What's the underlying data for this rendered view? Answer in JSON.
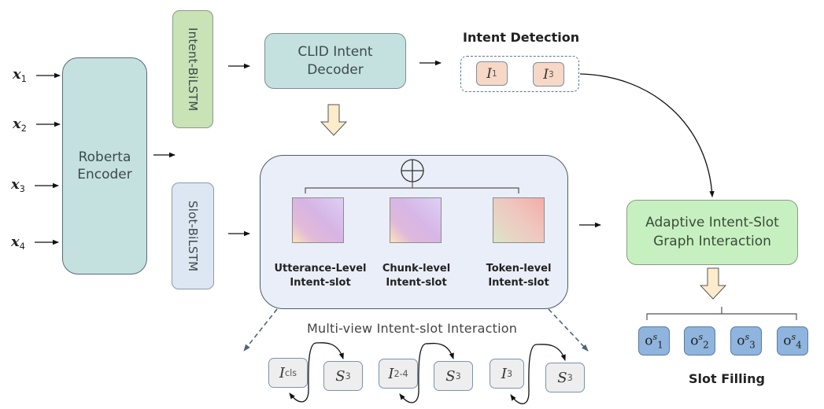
{
  "inputs": [
    {
      "var": "x",
      "sub": "1"
    },
    {
      "var": "x",
      "sub": "2"
    },
    {
      "var": "x",
      "sub": "3"
    },
    {
      "var": "x",
      "sub": "4"
    }
  ],
  "encoder": {
    "line1": "Roberta",
    "line2": "Encoder"
  },
  "intent_bilstm": "Intent-BiLSTM",
  "slot_bilstm": "Slot-BiLSTM",
  "intent_decoder": {
    "line1": "CLID Intent",
    "line2": "Decoder"
  },
  "intent_detection": {
    "title": "Intent Detection",
    "intents": [
      {
        "var": "I",
        "sub": "1"
      },
      {
        "var": "I",
        "sub": "3"
      }
    ]
  },
  "multiview": {
    "operator": "⊕",
    "levels": [
      {
        "line1": "Utterance-Level",
        "line2": "Intent-slot"
      },
      {
        "line1": "Chunk-level",
        "line2": "Intent-slot"
      },
      {
        "line1": "Token-level",
        "line2": "Intent-slot"
      }
    ],
    "caption": "Multi-view Intent-slot Interaction",
    "pairs": [
      {
        "intent_var": "I",
        "intent_sub": "cls",
        "slot_var": "S",
        "slot_sub": "3"
      },
      {
        "intent_var": "I",
        "intent_sub": "2-4",
        "slot_var": "S",
        "slot_sub": "3"
      },
      {
        "intent_var": "I",
        "intent_sub": "3",
        "slot_var": "S",
        "slot_sub": "3"
      }
    ]
  },
  "graph_interaction": {
    "line1": "Adaptive Intent-Slot",
    "line2": "Graph Interaction"
  },
  "slot_filling": {
    "title": "Slot Filling",
    "outputs": [
      {
        "var": "o",
        "sup": "s",
        "sub": "1"
      },
      {
        "var": "o",
        "sup": "s",
        "sub": "2"
      },
      {
        "var": "o",
        "sup": "s",
        "sub": "3"
      },
      {
        "var": "o",
        "sup": "s",
        "sub": "4"
      }
    ]
  },
  "colors": {
    "encoder": "#c4e1e0",
    "intent_bilstm": "#c9e2b6",
    "slot_bilstm": "#dce7f3",
    "decoder": "#c4e1e0",
    "intent_chip": "#f7d7c6",
    "multiview_panel": "#e9eef8",
    "graph": "#c7f0c0",
    "output_chip": "#8fb5de",
    "pair_chip": "#eeeeee",
    "arrow_fill": "#fdeccb"
  }
}
